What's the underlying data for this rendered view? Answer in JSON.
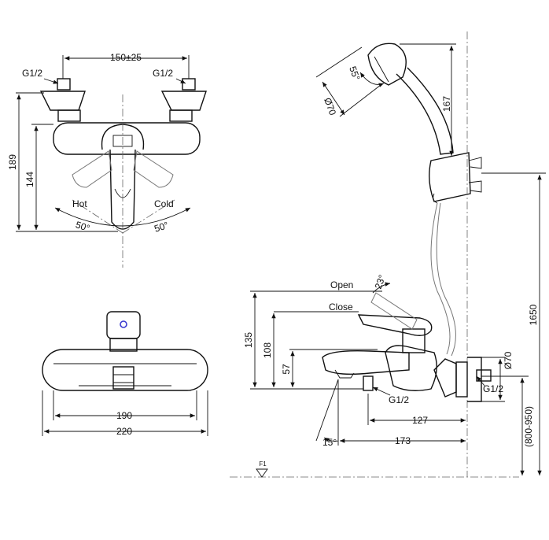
{
  "front_view": {
    "thread_left": "G1/2",
    "thread_right": "G1/2",
    "center_distance": "150±25",
    "overall_height": "189",
    "body_height": "144",
    "hot_label": "Hot",
    "cold_label": "Cold",
    "angle_left": "50°",
    "angle_right": "50°"
  },
  "top_view": {
    "inner_width": "190",
    "overall_width": "220"
  },
  "shower_head": {
    "angle": "55°",
    "diameter": "Ø70",
    "length": "167"
  },
  "side_view": {
    "open_label": "Open",
    "close_label": "Close",
    "open_angle": "23°",
    "height_open": "135",
    "height_close": "108",
    "spout_height": "57",
    "outlet_thread": "G1/2",
    "spout_reach_inner": "127",
    "spout_reach_outer": "173",
    "spout_angle": "15°",
    "wall_thread": "G1/2",
    "wall_flange": "Ø70",
    "mount_height": "(800-950)",
    "rail_height": "1650",
    "floor_marker": "F1"
  }
}
